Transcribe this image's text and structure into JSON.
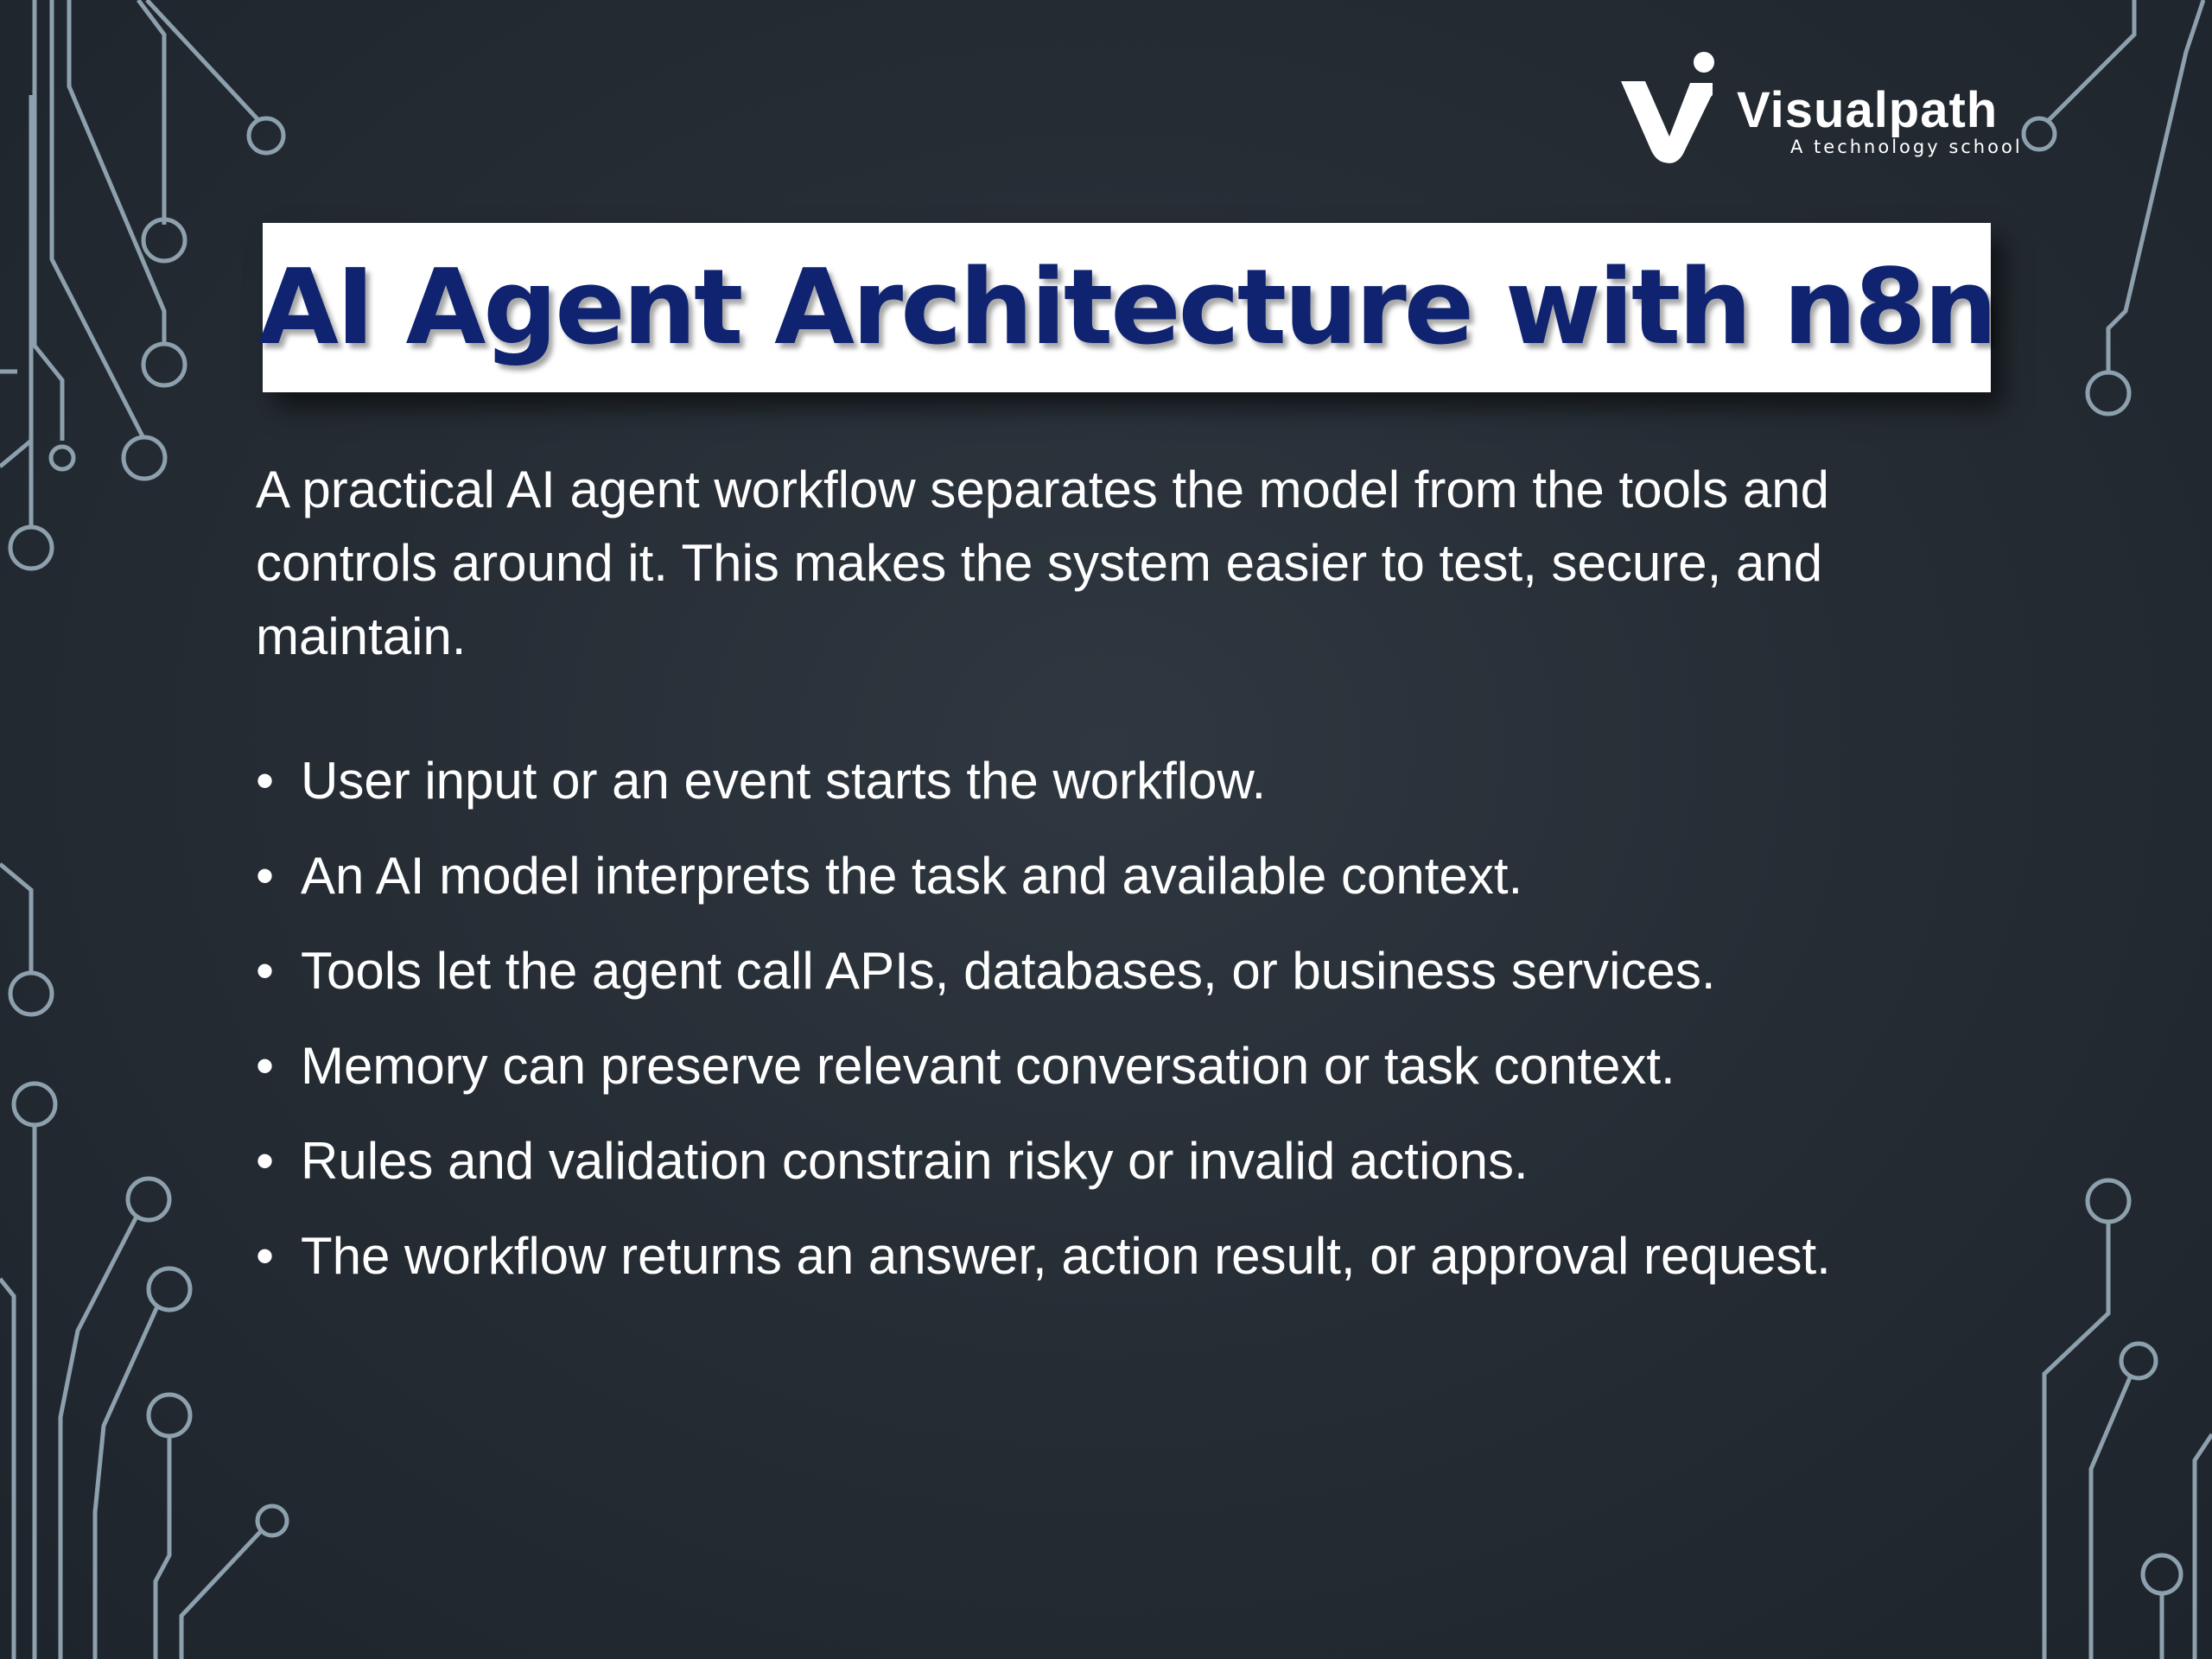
{
  "brand": {
    "name": "Visualpath",
    "tagline": "A technology school",
    "title_color": "#0f2370"
  },
  "slide": {
    "title": "AI Agent Architecture with n8n",
    "intro": "A practical AI agent workflow separates the model from the tools and controls around it. This makes the system easier to test, secure, and maintain.",
    "bullet_glyph": "•",
    "bullets": [
      "User input or an event starts the workflow.",
      "An AI model interprets the task and available context.",
      "Tools let the agent call APIs, databases, or business services.",
      "Memory can preserve relevant conversation or task context.",
      "Rules and validation constrain risky or invalid actions.",
      "The workflow returns an answer, action result, or approval request."
    ]
  },
  "decor": {
    "icon": "circuit-lines-icon",
    "line_color": "#8da0ad"
  }
}
